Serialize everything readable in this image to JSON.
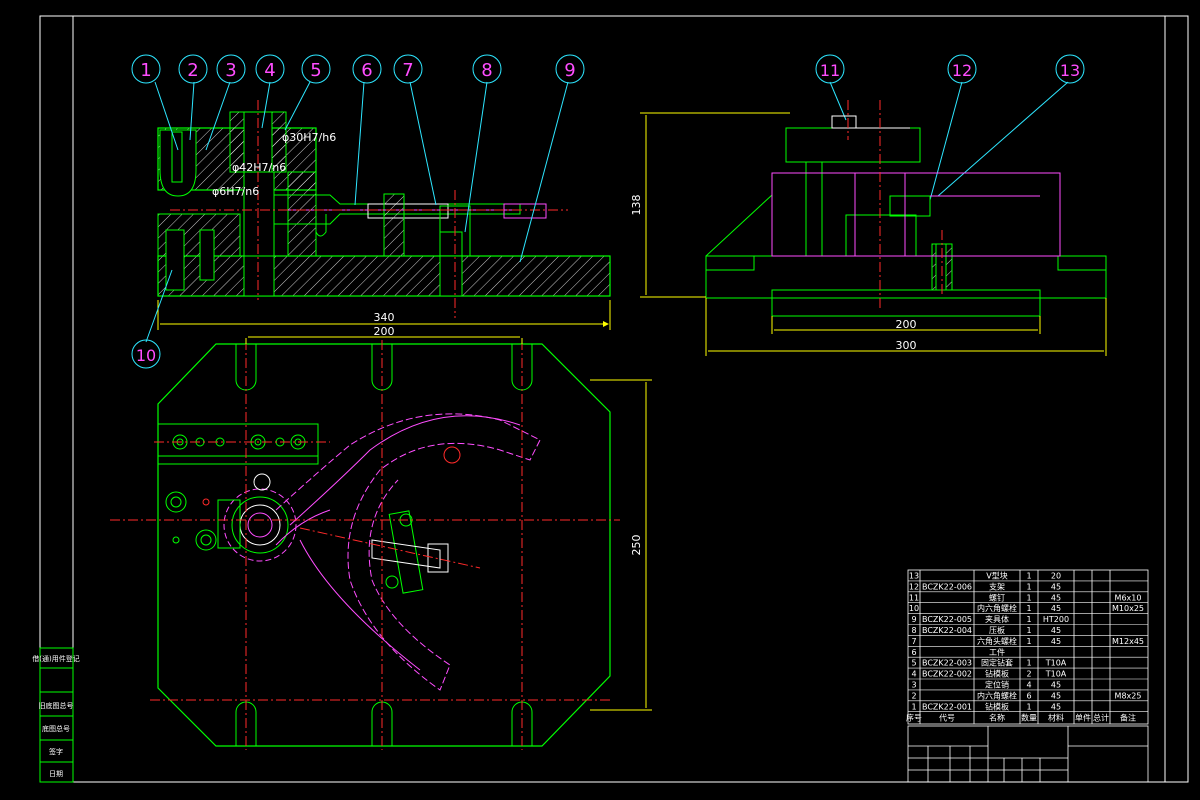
{
  "colors": {
    "background": "#000000",
    "frame": "#ffffff",
    "outline": "#00ff00",
    "hidden": "#ff4dff",
    "center": "#ff2a2a",
    "leader": "#2de6ff",
    "dimension": "#ffff00",
    "hatch": "#ffffff"
  },
  "balloons": [
    {
      "id": "b1",
      "label": "1"
    },
    {
      "id": "b2",
      "label": "2"
    },
    {
      "id": "b3",
      "label": "3"
    },
    {
      "id": "b4",
      "label": "4"
    },
    {
      "id": "b5",
      "label": "5"
    },
    {
      "id": "b6",
      "label": "6"
    },
    {
      "id": "b7",
      "label": "7"
    },
    {
      "id": "b8",
      "label": "8"
    },
    {
      "id": "b9",
      "label": "9"
    },
    {
      "id": "b10",
      "label": "10"
    },
    {
      "id": "b11",
      "label": "11"
    },
    {
      "id": "b12",
      "label": "12"
    },
    {
      "id": "b13",
      "label": "13"
    }
  ],
  "fits": {
    "fit1": "φ30H7/h6",
    "fit2": "φ42H7/n6",
    "fit3": "φ6H7/n6"
  },
  "dimensions": {
    "front_length": "340",
    "side_height": "138",
    "side_inner": "200",
    "side_outer": "300",
    "plan_width": "200",
    "plan_height": "250"
  },
  "bom": {
    "rows": [
      {
        "no": "13",
        "code": "",
        "name": "V型块",
        "qty": "1",
        "material": "20",
        "note": ""
      },
      {
        "no": "12",
        "code": "BCZK22-006",
        "name": "支架",
        "qty": "1",
        "material": "45",
        "note": ""
      },
      {
        "no": "11",
        "code": "",
        "name": "螺钉",
        "qty": "1",
        "material": "45",
        "note": "M6x10"
      },
      {
        "no": "10",
        "code": "",
        "name": "内六角螺栓",
        "qty": "1",
        "material": "45",
        "note": "M10x25"
      },
      {
        "no": "9",
        "code": "BCZK22-005",
        "name": "夹具体",
        "qty": "1",
        "material": "HT200",
        "note": ""
      },
      {
        "no": "8",
        "code": "BCZK22-004",
        "name": "压板",
        "qty": "1",
        "material": "45",
        "note": ""
      },
      {
        "no": "7",
        "code": "",
        "name": "六角头螺栓",
        "qty": "1",
        "material": "45",
        "note": "M12x45"
      },
      {
        "no": "6",
        "code": "",
        "name": "工件",
        "qty": "",
        "material": "",
        "note": ""
      },
      {
        "no": "5",
        "code": "BCZK22-003",
        "name": "固定钻套",
        "qty": "1",
        "material": "T10A",
        "note": ""
      },
      {
        "no": "4",
        "code": "BCZK22-002",
        "name": "钻模板",
        "qty": "2",
        "material": "T10A",
        "note": ""
      },
      {
        "no": "3",
        "code": "",
        "name": "定位销",
        "qty": "4",
        "material": "45",
        "note": ""
      },
      {
        "no": "2",
        "code": "",
        "name": "内六角螺栓",
        "qty": "6",
        "material": "45",
        "note": "M8x25"
      },
      {
        "no": "1",
        "code": "BCZK22-001",
        "name": "钻模板",
        "qty": "1",
        "material": "45",
        "note": ""
      }
    ],
    "header": {
      "no": "序号",
      "code": "代号",
      "name": "名称",
      "qty": "数量",
      "material": "材料",
      "w1": "单件",
      "w2": "总计",
      "note": "备注"
    }
  },
  "side_strip": [
    "借(通)用件登记",
    "旧底图总号",
    "底图总号",
    "签字",
    "日期"
  ]
}
